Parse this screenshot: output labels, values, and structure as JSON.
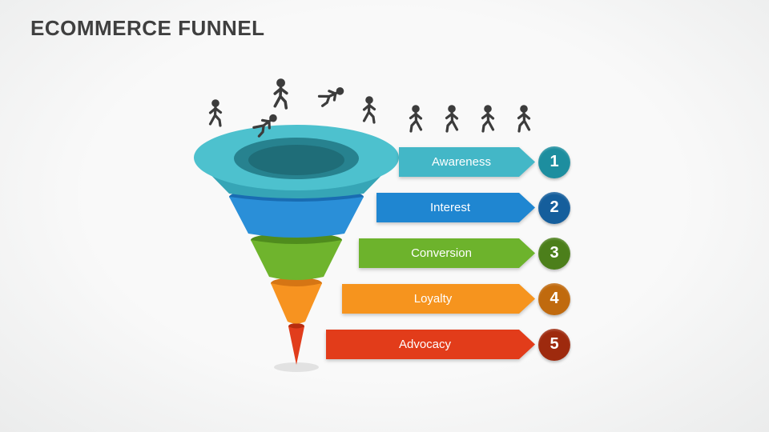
{
  "slide": {
    "title": "ECOMMERCE FUNNEL",
    "title_color": "#3f3f3f",
    "background": "#f0f1f1"
  },
  "funnel": {
    "figure_color": "#3c3c3c",
    "hole_color": "#27828f",
    "hole_dark_color": "#1f6d78",
    "shadow_color": "#d8d8d8",
    "stages": [
      {
        "label": "Awareness",
        "number": "1",
        "banner_color": "#43b7c7",
        "circle_color": "#1d8e9f",
        "funnel_body": "#36a5b6",
        "funnel_rim": "#4dc1ce"
      },
      {
        "label": "Interest",
        "number": "2",
        "banner_color": "#1f86d1",
        "circle_color": "#155e9c",
        "funnel_body": "#2a8fd8",
        "funnel_rim": "#196cb2"
      },
      {
        "label": "Conversion",
        "number": "3",
        "banner_color": "#6db32c",
        "circle_color": "#4c7f1b",
        "funnel_body": "#6fb42d",
        "funnel_rim": "#4f8c1d"
      },
      {
        "label": "Loyalty",
        "number": "4",
        "banner_color": "#f6941e",
        "circle_color": "#c06a0e",
        "funnel_body": "#f79320",
        "funnel_rim": "#d57514"
      },
      {
        "label": "Advocacy",
        "number": "5",
        "banner_color": "#e23c1a",
        "circle_color": "#9e2a0e",
        "funnel_body": "#e13d1c",
        "funnel_rim": "#b72d0f"
      }
    ]
  },
  "icons": {
    "person": "walking-person silhouette"
  }
}
